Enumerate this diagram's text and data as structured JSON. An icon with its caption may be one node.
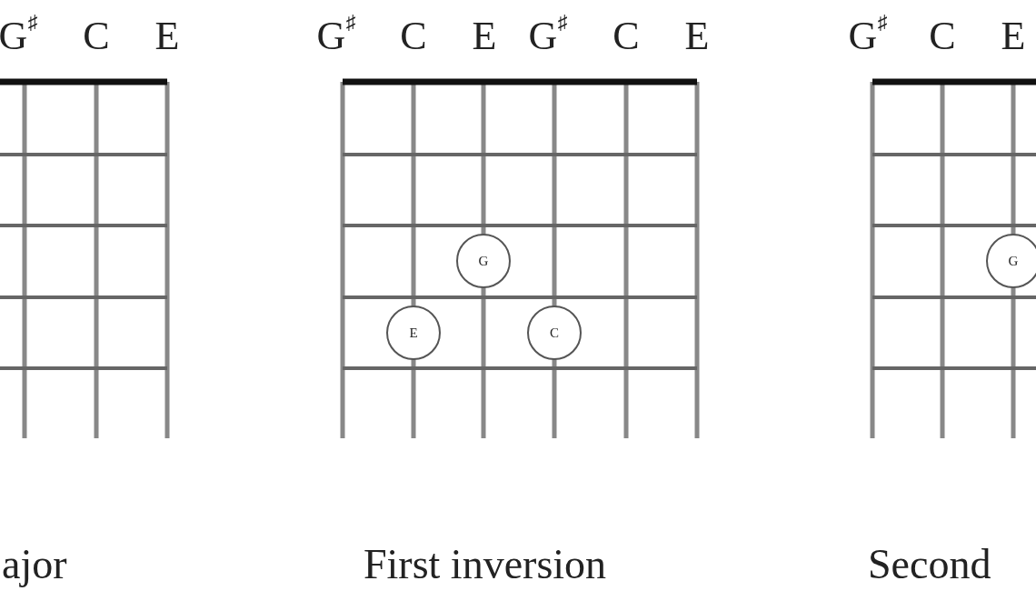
{
  "diagram": {
    "nodes": [
      {
        "text": [
          "G"
        ]
      },
      {
        "text": [
          "E"
        ]
      },
      {
        "text": [
          "C"
        ]
      },
      {
        "text": [
          "G"
        ]
      }
    ],
    "labels": [
      "G$^{♯}$",
      "C",
      "E",
      "G$^{♯}$",
      "C",
      "E",
      "G$^{♯}$",
      "C",
      "E",
      "G$^{♯}$",
      "C",
      "E",
      "ajor",
      "First inversion",
      "Second"
    ]
  }
}
